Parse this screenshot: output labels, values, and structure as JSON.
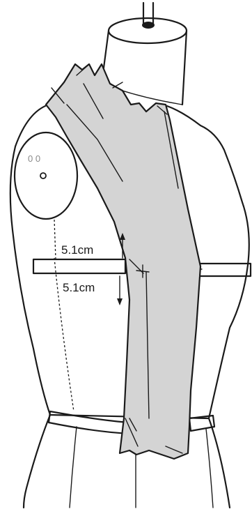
{
  "figure": {
    "colors": {
      "ink": "#1a1a1a",
      "fabric": "#d4d4d4",
      "form": "#ffffff",
      "armhole_plate": "#e6e6e6"
    },
    "measurements": [
      {
        "id": "upper",
        "text": "5.1cm"
      },
      {
        "id": "lower",
        "text": "5.1cm"
      }
    ],
    "armhole_marking": "0 0"
  }
}
